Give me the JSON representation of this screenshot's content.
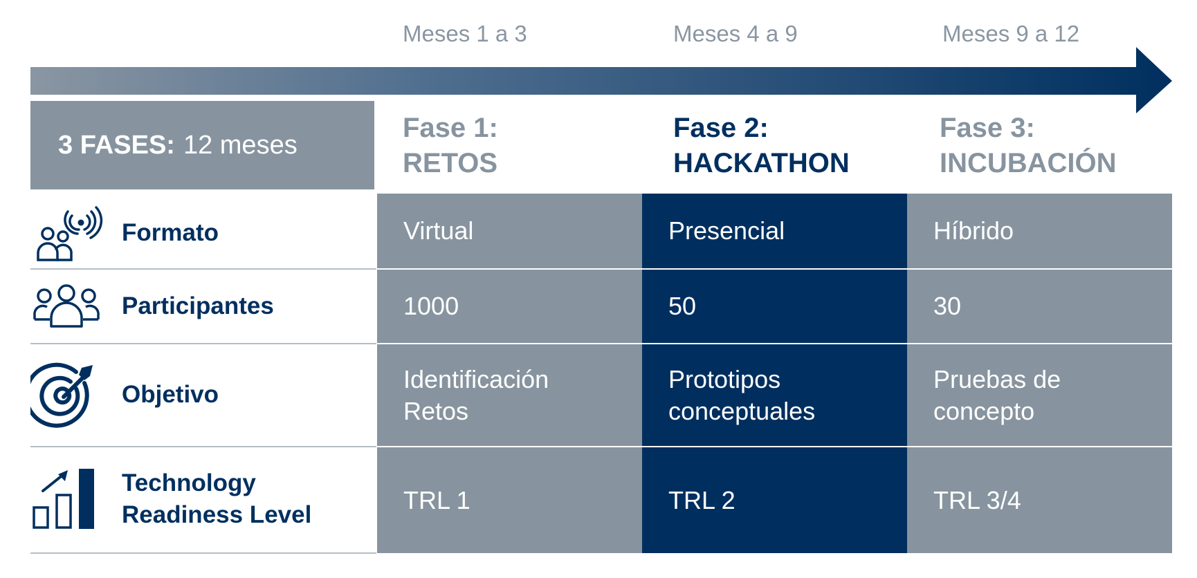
{
  "timeline": {
    "months": [
      "Meses 1 a 3",
      "Meses 4 a 9",
      "Meses 9 a 12"
    ]
  },
  "summary": {
    "bold": "3 FASES:",
    "rest": "12 meses"
  },
  "phases": [
    {
      "line1": "Fase 1:",
      "line2": "RETOS"
    },
    {
      "line1": "Fase 2:",
      "line2": "HACKATHON"
    },
    {
      "line1": "Fase 3:",
      "line2": "INCUBACIÓN"
    }
  ],
  "rows": [
    {
      "label": "Formato",
      "icon": "broadcast-people-icon",
      "values": [
        "Virtual",
        "Presencial",
        "Híbrido"
      ]
    },
    {
      "label": "Participantes",
      "icon": "group-icon",
      "values": [
        "1000",
        "50",
        "30"
      ]
    },
    {
      "label": "Objetivo",
      "icon": "target-icon",
      "values": [
        "Identificación\nRetos",
        "Prototipos\nconceptuales",
        "Pruebas de\nconcepto"
      ]
    },
    {
      "label": "Technology\nReadiness Level",
      "icon": "growth-chart-icon",
      "values": [
        "TRL 1",
        "TRL 2",
        "TRL 3/4"
      ]
    }
  ],
  "colors": {
    "navy": "#002f5f",
    "grey": "#87949f",
    "month_text": "#8a96a2"
  }
}
